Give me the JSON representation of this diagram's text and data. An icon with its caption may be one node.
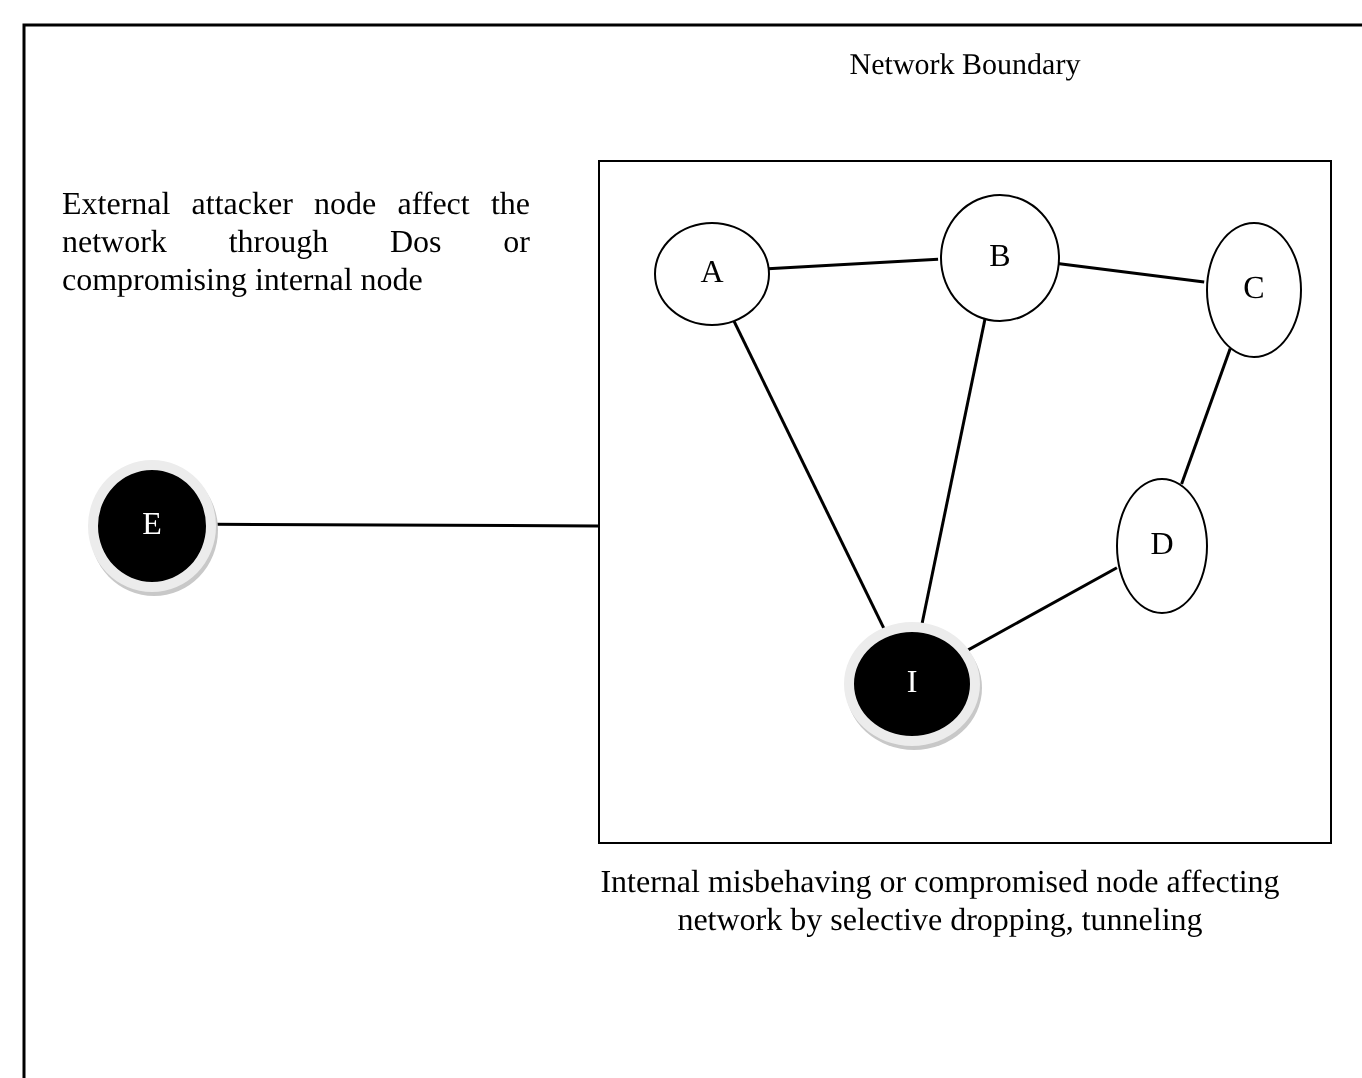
{
  "diagram": {
    "nodes": [
      {
        "text": [
          "Network Boundary"
        ]
      },
      {
        "text": [
          "A"
        ],
        "in": 0
      },
      {
        "text": [
          "B"
        ],
        "in": 0
      },
      {
        "text": [
          "C"
        ],
        "in": 0
      },
      {
        "text": [
          "D"
        ],
        "in": 0
      },
      {
        "text": [
          "I"
        ],
        "in": 0
      },
      {
        "text": [
          "E"
        ]
      }
    ],
    "edges": [
      {
        "from": 1,
        "to": 2,
        "arrow": "none"
      },
      {
        "from": 2,
        "to": 3,
        "arrow": "none"
      },
      {
        "from": 3,
        "to": 4,
        "arrow": "none"
      },
      {
        "from": 1,
        "to": 5,
        "arrow": "none"
      },
      {
        "from": 2,
        "to": 5,
        "arrow": "none"
      },
      {
        "from": 4,
        "to": 5,
        "arrow": "none"
      },
      {
        "from": 6,
        "to": 0,
        "arrow": "none"
      }
    ],
    "labels": [
      "External attacker node affect the network through Dos or compromising internal node",
      "Internal misbehaving or compromised node affecting network by selective dropping, tunneling"
    ]
  }
}
